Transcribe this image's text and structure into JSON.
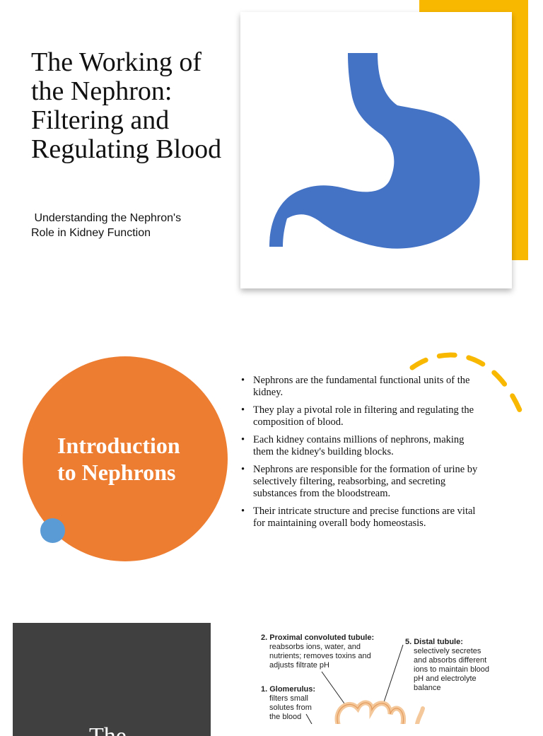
{
  "slide1": {
    "title": "The Working of the Nephron: Filtering and Regulating Blood",
    "subtitle": " Understanding the Nephron's\nRole in Kidney Function",
    "image_icon": "stomach-icon",
    "image_color": "#4472c4",
    "frame_color": "#f9b800"
  },
  "slide2": {
    "title": "Introduction to Nephrons",
    "circle_color": "#ed7d31",
    "dot_color": "#5b9bd5",
    "bullets": [
      "Nephrons are the fundamental functional units of the kidney.",
      "They play a pivotal role in filtering and regulating the composition of blood.",
      "Each kidney contains millions of nephrons, making them the kidney's building blocks.",
      "Nephrons are responsible for the formation of urine by selectively filtering, reabsorbing, and secreting substances from the bloodstream.",
      "Their intricate structure and precise functions are vital for maintaining overall body homeostasis."
    ]
  },
  "slide3": {
    "title": "The",
    "panel_color": "#404040",
    "diagram": {
      "proximal_title": "2. Proximal convoluted tubule:",
      "proximal_desc": "reabsorbs ions, water, and nutrients; removes toxins and adjusts filtrate pH",
      "distal_title": "5. Distal tubule:",
      "distal_desc": "selectively secretes and absorbs different ions to maintain blood pH and electrolyte balance",
      "glomerulus_title": "1. Glomerulus:",
      "glomerulus_desc": "filters small solutes from the blood"
    }
  }
}
